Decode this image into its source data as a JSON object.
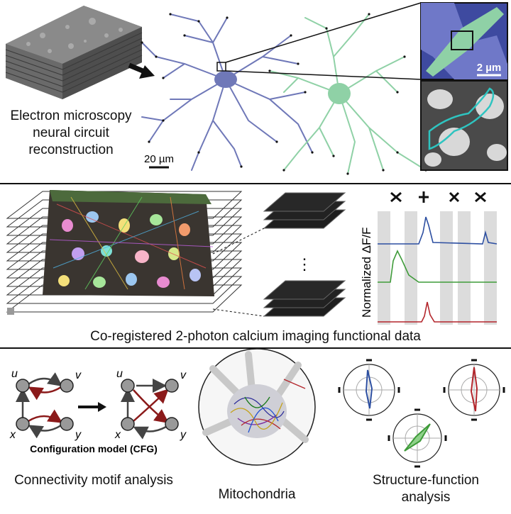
{
  "panel1": {
    "caption_lines": [
      "Electron microscopy",
      "neural circuit",
      "reconstruction"
    ],
    "scalebar_main": "20 µm",
    "scalebar_inset": "2 µm",
    "colors": {
      "blue_neuron": "#6f78b8",
      "green_neuron": "#8fd1a6",
      "synapse": "#111111",
      "trace": "#2ec4c0"
    }
  },
  "panel2": {
    "caption": "Co-registered 2-photon calcium imaging functional data",
    "ellipsis": "⋮",
    "ylabel": "Normalized ΔF/F",
    "trace_colors": [
      "#2d4fa1",
      "#3f9b3a",
      "#b3252b"
    ]
  },
  "panel3": {
    "motif_caption": "Connectivity motif analysis",
    "model_label": "Configuration model (CFG)",
    "node_labels": [
      "u",
      "v",
      "x",
      "y"
    ],
    "mito_caption": "Mitochondria",
    "sf_caption_lines": [
      "Structure-function",
      "analysis"
    ],
    "polar_colors": [
      "#2d4fa1",
      "#b3252b",
      "#3f9b3a"
    ]
  }
}
